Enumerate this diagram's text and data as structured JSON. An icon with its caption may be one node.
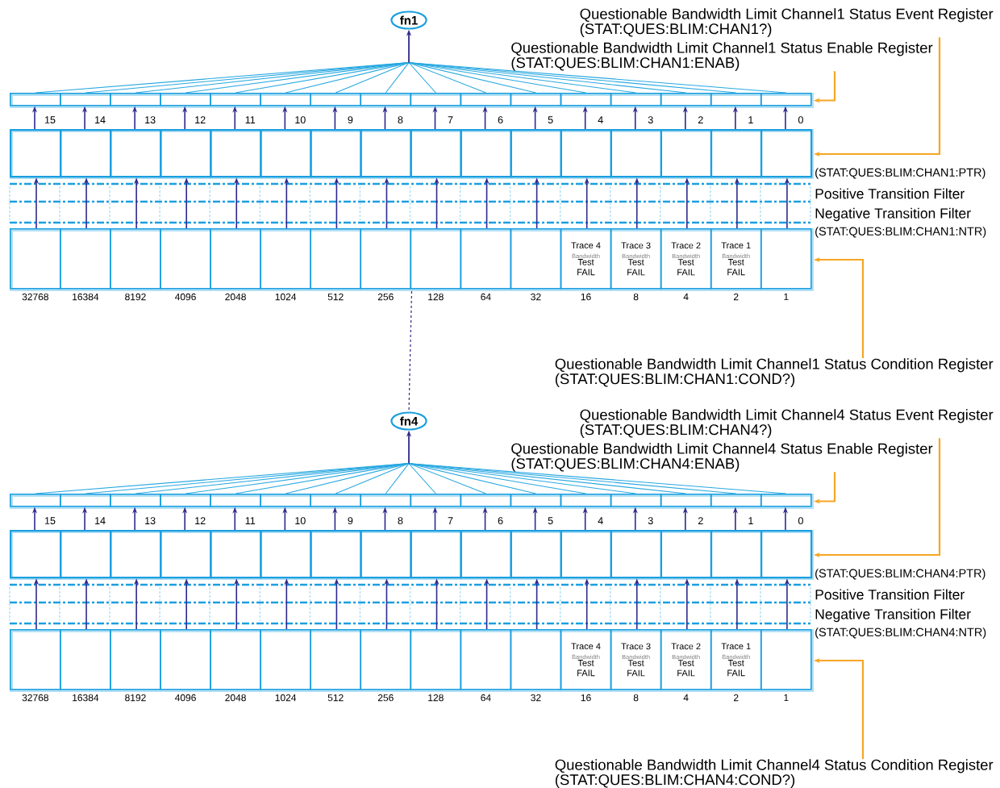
{
  "diagram": {
    "nodes": [
      {
        "text": [
          "fn1"
        ]
      },
      {
        "text": [
          "Questionable Bandwidth Limit Channel1 Status Event Register",
          "(STAT:QUES:BLIM:CHAN1?)"
        ]
      },
      {
        "text": [
          "Questionable Bandwidth Limit Channel1 Status Enable Register",
          "(STAT:QUES:BLIM:CHAN1:ENAB)"
        ]
      },
      {
        "text": [],
        "shape": "box"
      },
      {
        "text": [],
        "shape": "box",
        "in": 3
      },
      {
        "text": [],
        "shape": "box",
        "in": 3
      },
      {
        "text": [],
        "shape": "box",
        "in": 3
      },
      {
        "text": [],
        "shape": "box",
        "in": 3
      },
      {
        "text": [],
        "shape": "box",
        "in": 3
      },
      {
        "text": [],
        "shape": "box",
        "in": 3
      },
      {
        "text": [],
        "shape": "box",
        "in": 3
      },
      {
        "text": [],
        "shape": "box",
        "in": 3
      },
      {
        "text": [],
        "shape": "box",
        "in": 3
      },
      {
        "text": [],
        "shape": "box",
        "in": 3
      },
      {
        "text": [],
        "shape": "box",
        "in": 3
      },
      {
        "text": [],
        "shape": "box",
        "in": 3
      },
      {
        "text": [],
        "shape": "box",
        "in": 3
      },
      {
        "text": [],
        "shape": "box",
        "in": 3
      },
      {
        "text": [],
        "shape": "box",
        "in": 3
      },
      {
        "text": [],
        "shape": "box",
        "in": 3
      },
      {
        "text": [],
        "shape": "box"
      },
      {
        "text": [],
        "shape": "box",
        "in": 20
      },
      {
        "text": [],
        "shape": "box",
        "in": 20
      },
      {
        "text": [],
        "shape": "box",
        "in": 20
      },
      {
        "text": [],
        "shape": "box",
        "in": 20
      },
      {
        "text": [],
        "shape": "box",
        "in": 20
      },
      {
        "text": [],
        "shape": "box",
        "in": 20
      },
      {
        "text": [],
        "shape": "box",
        "in": 20
      },
      {
        "text": [],
        "shape": "box",
        "in": 20
      },
      {
        "text": [],
        "shape": "box",
        "in": 20
      },
      {
        "text": [],
        "shape": "box",
        "in": 20
      },
      {
        "text": [],
        "shape": "box",
        "in": 20
      },
      {
        "text": [],
        "shape": "box",
        "in": 20
      },
      {
        "text": [],
        "shape": "box",
        "in": 20
      },
      {
        "text": [],
        "shape": "box",
        "in": 20
      },
      {
        "text": [],
        "shape": "box",
        "in": 20
      },
      {
        "text": [],
        "shape": "box",
        "in": 20
      },
      {
        "text": [
          "(STAT:QUES:BLIM:CHAN1:PTR)",
          "Positive Transition Filter",
          "Negative Transition Filter",
          "(STAT:QUES:BLIM:CHAN1:NTR)"
        ]
      },
      {
        "text": [],
        "shape": "box"
      },
      {
        "text": [],
        "shape": "box",
        "in": 38,
        "beside": [
          "32768"
        ]
      },
      {
        "text": [],
        "shape": "box",
        "in": 38,
        "beside": [
          "16384"
        ]
      },
      {
        "text": [],
        "shape": "box",
        "in": 38,
        "beside": [
          "8192"
        ]
      },
      {
        "text": [],
        "shape": "box",
        "in": 38,
        "beside": [
          "4096"
        ]
      },
      {
        "text": [],
        "shape": "box",
        "in": 38,
        "beside": [
          "2048"
        ]
      },
      {
        "text": [],
        "shape": "box",
        "in": 38,
        "beside": [
          "1024"
        ]
      },
      {
        "text": [],
        "shape": "box",
        "in": 38,
        "beside": [
          "512"
        ]
      },
      {
        "text": [],
        "shape": "box",
        "in": 38,
        "beside": [
          "256"
        ]
      },
      {
        "text": [],
        "shape": "box",
        "in": 38,
        "beside": [
          "128"
        ]
      },
      {
        "text": [],
        "shape": "box",
        "in": 38,
        "beside": [
          "64"
        ]
      },
      {
        "text": [],
        "shape": "box",
        "in": 38,
        "beside": [
          "32"
        ]
      },
      {
        "text": [
          "Trace 4",
          "Bandwidth",
          "Test FAIL"
        ],
        "in": 38,
        "beside": [
          "16"
        ]
      },
      {
        "text": [
          "Trace 3",
          "Bandwidth",
          "Test FAIL"
        ],
        "in": 38,
        "beside": [
          "8"
        ]
      },
      {
        "text": [
          "Trace 2",
          "Bandwidth",
          "Test FAIL"
        ],
        "in": 38,
        "beside": [
          "4"
        ]
      },
      {
        "text": [
          "Trace 1",
          "Bandwidth",
          "Test FAIL"
        ],
        "in": 38,
        "beside": [
          "2"
        ]
      },
      {
        "text": [],
        "shape": "box",
        "in": 38,
        "beside": [
          "1"
        ]
      },
      {
        "text": [
          "Questionable Bandwidth Limit Channel1 Status Condition Register",
          "(STAT:QUES:BLIM:CHAN1:COND?)"
        ]
      },
      {
        "text": [
          "fn4"
        ]
      },
      {
        "text": [
          "Questionable Bandwidth Limit Channel4 Status Event Register",
          "(STAT:QUES:BLIM:CHAN4?)"
        ]
      },
      {
        "text": [
          "Questionable Bandwidth Limit Channel4 Status Enable Register",
          "(STAT:QUES:BLIM:CHAN4:ENAB)"
        ]
      },
      {
        "text": [],
        "shape": "box"
      },
      {
        "text": [],
        "shape": "box",
        "in": 59
      },
      {
        "text": [],
        "shape": "box",
        "in": 59
      },
      {
        "text": [],
        "shape": "box",
        "in": 59
      },
      {
        "text": [],
        "shape": "box",
        "in": 59
      },
      {
        "text": [],
        "shape": "box",
        "in": 59
      },
      {
        "text": [],
        "shape": "box",
        "in": 59
      },
      {
        "text": [],
        "shape": "box",
        "in": 59
      },
      {
        "text": [],
        "shape": "box",
        "in": 59
      },
      {
        "text": [],
        "shape": "box",
        "in": 59
      },
      {
        "text": [],
        "shape": "box",
        "in": 59
      },
      {
        "text": [],
        "shape": "box",
        "in": 59
      },
      {
        "text": [],
        "shape": "box",
        "in": 59
      },
      {
        "text": [],
        "shape": "box",
        "in": 59
      },
      {
        "text": [],
        "shape": "box",
        "in": 59
      },
      {
        "text": [],
        "shape": "box",
        "in": 59
      },
      {
        "text": [],
        "shape": "box",
        "in": 59
      },
      {
        "text": [],
        "shape": "box"
      },
      {
        "text": [],
        "shape": "box",
        "in": 76
      },
      {
        "text": [],
        "shape": "box",
        "in": 76
      },
      {
        "text": [],
        "shape": "box",
        "in": 76
      },
      {
        "text": [],
        "shape": "box",
        "in": 76
      },
      {
        "text": [],
        "shape": "box",
        "in": 76
      },
      {
        "text": [],
        "shape": "box",
        "in": 76
      },
      {
        "text": [],
        "shape": "box",
        "in": 76
      },
      {
        "text": [],
        "shape": "box",
        "in": 76
      },
      {
        "text": [],
        "shape": "box",
        "in": 76
      },
      {
        "text": [],
        "shape": "box",
        "in": 76
      },
      {
        "text": [],
        "shape": "box",
        "in": 76
      },
      {
        "text": [],
        "shape": "box",
        "in": 76
      },
      {
        "text": [],
        "shape": "box",
        "in": 76
      },
      {
        "text": [],
        "shape": "box",
        "in": 76
      },
      {
        "text": [],
        "shape": "box",
        "in": 76
      },
      {
        "text": [],
        "shape": "box",
        "in": 76
      },
      {
        "text": [
          "(STAT:QUES:BLIM:CHAN4:PTR)",
          "Positive Transition Filter",
          "Negative Transition Filter",
          "(STAT:QUES:BLIM:CHAN4:NTR)"
        ]
      },
      {
        "text": [],
        "shape": "box"
      },
      {
        "text": [],
        "shape": "box",
        "in": 94,
        "beside": [
          "32768"
        ]
      },
      {
        "text": [],
        "shape": "box",
        "in": 94,
        "beside": [
          "16384"
        ]
      },
      {
        "text": [],
        "shape": "box",
        "in": 94,
        "beside": [
          "8192"
        ]
      },
      {
        "text": [],
        "shape": "box",
        "in": 94,
        "beside": [
          "4096"
        ]
      },
      {
        "text": [],
        "shape": "box",
        "in": 94,
        "beside": [
          "2048"
        ]
      },
      {
        "text": [],
        "shape": "box",
        "in": 94,
        "beside": [
          "1024"
        ]
      },
      {
        "text": [],
        "shape": "box",
        "in": 94,
        "beside": [
          "512"
        ]
      },
      {
        "text": [],
        "shape": "box",
        "in": 94,
        "beside": [
          "256"
        ]
      },
      {
        "text": [],
        "shape": "box",
        "in": 94,
        "beside": [
          "128"
        ]
      },
      {
        "text": [],
        "shape": "box",
        "in": 94,
        "beside": [
          "64"
        ]
      },
      {
        "text": [],
        "shape": "box",
        "in": 94,
        "beside": [
          "32"
        ]
      },
      {
        "text": [
          "Trace 4",
          "Bandwidth",
          "Test FAIL"
        ],
        "in": 94,
        "beside": [
          "16"
        ]
      },
      {
        "text": [
          "Trace 3",
          "Bandwidth",
          "Test FAIL"
        ],
        "in": 94,
        "beside": [
          "8"
        ]
      },
      {
        "text": [
          "Trace 2",
          "Bandwidth",
          "Test FAIL"
        ],
        "in": 94,
        "beside": [
          "4"
        ]
      },
      {
        "text": [
          "Trace 1",
          "Bandwidth",
          "Test FAIL"
        ],
        "in": 94,
        "beside": [
          "2"
        ]
      },
      {
        "text": [],
        "shape": "box",
        "in": 94,
        "beside": [
          "1"
        ]
      },
      {
        "text": [
          "Questionable Bandwidth Limit Channel4 Status Condition Register",
          "(STAT:QUES:BLIM:CHAN4:COND?)"
        ]
      }
    ],
    "edges": [
      {
        "from": 21,
        "to": 4,
        "arrow": "to",
        "label": "15"
      },
      {
        "from": 22,
        "to": 5,
        "arrow": "to",
        "label": "14"
      },
      {
        "from": 23,
        "to": 6,
        "arrow": "to",
        "label": "13"
      },
      {
        "from": 24,
        "to": 7,
        "arrow": "to",
        "label": "12"
      },
      {
        "from": 25,
        "to": 8,
        "arrow": "to",
        "label": "11"
      },
      {
        "from": 26,
        "to": 9,
        "arrow": "to",
        "label": "10"
      },
      {
        "from": 27,
        "to": 10,
        "arrow": "to",
        "label": "9"
      },
      {
        "from": 28,
        "to": 11,
        "arrow": "to",
        "label": "8"
      },
      {
        "from": 29,
        "to": 12,
        "arrow": "to",
        "label": "7"
      },
      {
        "from": 30,
        "to": 13,
        "arrow": "to",
        "label": "6"
      },
      {
        "from": 31,
        "to": 14,
        "arrow": "to",
        "label": "5"
      },
      {
        "from": 32,
        "to": 15,
        "arrow": "to",
        "label": "4"
      },
      {
        "from": 33,
        "to": 16,
        "arrow": "to",
        "label": "3"
      },
      {
        "from": 34,
        "to": 17,
        "arrow": "to",
        "label": "2"
      },
      {
        "from": 35,
        "to": 18,
        "arrow": "to",
        "label": "1"
      },
      {
        "from": 36,
        "to": 19,
        "arrow": "to",
        "label": "0"
      },
      {
        "from": 39,
        "to": 21,
        "arrow": "to"
      },
      {
        "from": 40,
        "to": 22,
        "arrow": "to"
      },
      {
        "from": 41,
        "to": 23,
        "arrow": "to"
      },
      {
        "from": 42,
        "to": 24,
        "arrow": "to"
      },
      {
        "from": 43,
        "to": 25,
        "arrow": "to"
      },
      {
        "from": 44,
        "to": 26,
        "arrow": "to"
      },
      {
        "from": 45,
        "to": 27,
        "arrow": "to"
      },
      {
        "from": 46,
        "to": 28,
        "arrow": "to"
      },
      {
        "from": 47,
        "to": 29,
        "arrow": "to"
      },
      {
        "from": 48,
        "to": 30,
        "arrow": "to"
      },
      {
        "from": 49,
        "to": 31,
        "arrow": "to"
      },
      {
        "from": 50,
        "to": 32,
        "arrow": "to"
      },
      {
        "from": 51,
        "to": 33,
        "arrow": "to"
      },
      {
        "from": 52,
        "to": 34,
        "arrow": "to"
      },
      {
        "from": 53,
        "to": 35,
        "arrow": "to"
      },
      {
        "from": 54,
        "to": 36,
        "arrow": "to"
      },
      {
        "from": 4,
        "to": 0,
        "arrow": "to",
        "color": "#29a8e0"
      },
      {
        "from": 5,
        "to": 0,
        "arrow": "to",
        "color": "#29a8e0"
      },
      {
        "from": 6,
        "to": 0,
        "arrow": "to",
        "color": "#29a8e0"
      },
      {
        "from": 7,
        "to": 0,
        "arrow": "to",
        "color": "#29a8e0"
      },
      {
        "from": 8,
        "to": 0,
        "arrow": "to",
        "color": "#29a8e0"
      },
      {
        "from": 9,
        "to": 0,
        "arrow": "to",
        "color": "#29a8e0"
      },
      {
        "from": 10,
        "to": 0,
        "arrow": "to",
        "color": "#29a8e0"
      },
      {
        "from": 11,
        "to": 0,
        "arrow": "to",
        "color": "#29a8e0"
      },
      {
        "from": 12,
        "to": 0,
        "arrow": "to",
        "color": "#29a8e0"
      },
      {
        "from": 13,
        "to": 0,
        "arrow": "to",
        "color": "#29a8e0"
      },
      {
        "from": 14,
        "to": 0,
        "arrow": "to",
        "color": "#29a8e0"
      },
      {
        "from": 15,
        "to": 0,
        "arrow": "to",
        "color": "#29a8e0"
      },
      {
        "from": 16,
        "to": 0,
        "arrow": "to",
        "color": "#29a8e0"
      },
      {
        "from": 17,
        "to": 0,
        "arrow": "to",
        "color": "#29a8e0"
      },
      {
        "from": 18,
        "to": 0,
        "arrow": "to",
        "color": "#29a8e0"
      },
      {
        "from": 19,
        "to": 0,
        "arrow": "to",
        "color": "#29a8e0"
      },
      {
        "from": 1,
        "to": 20,
        "arrow": "to",
        "color": "#f5a623"
      },
      {
        "from": 2,
        "to": 3,
        "arrow": "to",
        "color": "#f5a623"
      },
      {
        "from": 55,
        "to": 38,
        "arrow": "to",
        "color": "#f5a623"
      },
      {
        "from": 77,
        "to": 60,
        "arrow": "to",
        "label": "15"
      },
      {
        "from": 78,
        "to": 61,
        "arrow": "to",
        "label": "14"
      },
      {
        "from": 79,
        "to": 62,
        "arrow": "to",
        "label": "13"
      },
      {
        "from": 80,
        "to": 63,
        "arrow": "to",
        "label": "12"
      },
      {
        "from": 81,
        "to": 64,
        "arrow": "to",
        "label": "11"
      },
      {
        "from": 82,
        "to": 65,
        "arrow": "to",
        "label": "10"
      },
      {
        "from": 83,
        "to": 66,
        "arrow": "to",
        "label": "9"
      },
      {
        "from": 84,
        "to": 67,
        "arrow": "to",
        "label": "8"
      },
      {
        "from": 85,
        "to": 68,
        "arrow": "to",
        "label": "7"
      },
      {
        "from": 86,
        "to": 69,
        "arrow": "to",
        "label": "6"
      },
      {
        "from": 87,
        "to": 70,
        "arrow": "to",
        "label": "5"
      },
      {
        "from": 88,
        "to": 71,
        "arrow": "to",
        "label": "4"
      },
      {
        "from": 89,
        "to": 72,
        "arrow": "to",
        "label": "3"
      },
      {
        "from": 90,
        "to": 73,
        "arrow": "to",
        "label": "2"
      },
      {
        "from": 91,
        "to": 74,
        "arrow": "to",
        "label": "1"
      },
      {
        "from": 92,
        "to": 75,
        "arrow": "to",
        "label": "0"
      },
      {
        "from": 95,
        "to": 77,
        "arrow": "to"
      },
      {
        "from": 96,
        "to": 78,
        "arrow": "to"
      },
      {
        "from": 97,
        "to": 79,
        "arrow": "to"
      },
      {
        "from": 98,
        "to": 80,
        "arrow": "to"
      },
      {
        "from": 99,
        "to": 81,
        "arrow": "to"
      },
      {
        "from": 100,
        "to": 82,
        "arrow": "to"
      },
      {
        "from": 101,
        "to": 83,
        "arrow": "to"
      },
      {
        "from": 102,
        "to": 84,
        "arrow": "to"
      },
      {
        "from": 103,
        "to": 85,
        "arrow": "to"
      },
      {
        "from": 104,
        "to": 86,
        "arrow": "to"
      },
      {
        "from": 105,
        "to": 87,
        "arrow": "to"
      },
      {
        "from": 106,
        "to": 88,
        "arrow": "to"
      },
      {
        "from": 107,
        "to": 89,
        "arrow": "to"
      },
      {
        "from": 108,
        "to": 90,
        "arrow": "to"
      },
      {
        "from": 109,
        "to": 91,
        "arrow": "to"
      },
      {
        "from": 110,
        "to": 92,
        "arrow": "to"
      },
      {
        "from": 60,
        "to": 56,
        "arrow": "to",
        "color": "#29a8e0"
      },
      {
        "from": 61,
        "to": 56,
        "arrow": "to",
        "color": "#29a8e0"
      },
      {
        "from": 62,
        "to": 56,
        "arrow": "to",
        "color": "#29a8e0"
      },
      {
        "from": 63,
        "to": 56,
        "arrow": "to",
        "color": "#29a8e0"
      },
      {
        "from": 64,
        "to": 56,
        "arrow": "to",
        "color": "#29a8e0"
      },
      {
        "from": 65,
        "to": 56,
        "arrow": "to",
        "color": "#29a8e0"
      },
      {
        "from": 66,
        "to": 56,
        "arrow": "to",
        "color": "#29a8e0"
      },
      {
        "from": 67,
        "to": 56,
        "arrow": "to",
        "color": "#29a8e0"
      },
      {
        "from": 68,
        "to": 56,
        "arrow": "to",
        "color": "#29a8e0"
      },
      {
        "from": 69,
        "to": 56,
        "arrow": "to",
        "color": "#29a8e0"
      },
      {
        "from": 70,
        "to": 56,
        "arrow": "to",
        "color": "#29a8e0"
      },
      {
        "from": 71,
        "to": 56,
        "arrow": "to",
        "color": "#29a8e0"
      },
      {
        "from": 72,
        "to": 56,
        "arrow": "to",
        "color": "#29a8e0"
      },
      {
        "from": 73,
        "to": 56,
        "arrow": "to",
        "color": "#29a8e0"
      },
      {
        "from": 74,
        "to": 56,
        "arrow": "to",
        "color": "#29a8e0"
      },
      {
        "from": 75,
        "to": 56,
        "arrow": "to",
        "color": "#29a8e0"
      },
      {
        "from": 57,
        "to": 76,
        "arrow": "to",
        "color": "#f5a623"
      },
      {
        "from": 58,
        "to": 59,
        "arrow": "to",
        "color": "#f5a623"
      },
      {
        "from": 111,
        "to": 94,
        "arrow": "to",
        "color": "#f5a623"
      },
      {
        "from": 38,
        "to": 56,
        "arrow": "none",
        "style": "dashed"
      }
    ]
  }
}
